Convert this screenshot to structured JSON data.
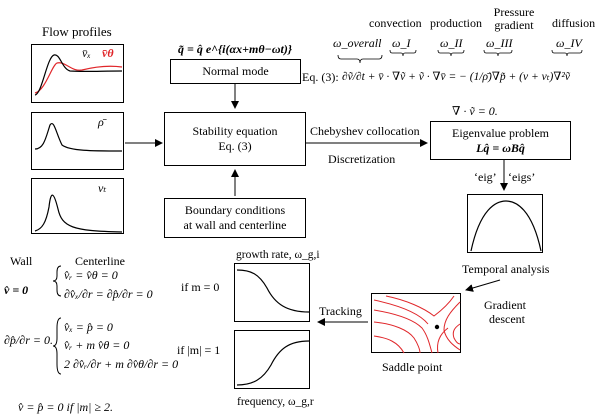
{
  "flow_profiles": {
    "title": "Flow profiles",
    "legend_vx": "v̄ₓ",
    "legend_vtheta": "v̄θ",
    "label_rho": "ρ̄",
    "label_nut": "νₜ",
    "colors": {
      "vx": "#000000",
      "vtheta": "#e0262a"
    }
  },
  "normal_mode": {
    "formula": "q̃ = q̂ e^{i(αx+mθ−ωt)}",
    "box_label": "Normal mode"
  },
  "stability": {
    "line1": "Stability equation",
    "line2": "Eq. (3)"
  },
  "boundary_box": {
    "line1": "Boundary conditions",
    "line2": "at wall and centerline"
  },
  "method": {
    "upper": "Chebyshev collocation",
    "lower": "Discretization"
  },
  "eigen": {
    "divergence": "∇ · ṽ = 0.",
    "line1": "Eigenvalue problem",
    "line2": "Lq̂ = ωBq̂",
    "eig1": "‘eig’",
    "eig2": "‘eigs’"
  },
  "equation": {
    "terms": [
      "convection",
      "production",
      "Pressure gradient",
      "diffusion"
    ],
    "omegas": [
      "ω_overall",
      "ω_I",
      "ω_II",
      "ω_III",
      "ω_IV"
    ],
    "prefix": "Eq. (3):",
    "body": "∂ṽ/∂t + v̄ · ∇ṽ + ṽ · ∇v̄ = − (1/ρ̄)∇p̃ + (ν + νₜ)∇²ṽ"
  },
  "temporal": {
    "label": "Temporal analysis"
  },
  "gradient": {
    "line1": "Gradient",
    "line2": "descent"
  },
  "saddle": {
    "label": "Saddle point",
    "contour_color": "#e0262a"
  },
  "tracking": {
    "label": "Tracking"
  },
  "growth": {
    "top_label": "growth rate, ω_g,i",
    "bottom_label": "frequency, ω_g,r"
  },
  "bc": {
    "wall_header": "Wall",
    "centerline_header": "Centerline",
    "wall_v": "v̂ = 0",
    "wall_p": "∂p̂/∂r = 0.",
    "m0_line1": "v̂ᵣ = v̂θ = 0",
    "m0_line2": "∂v̂ₓ/∂r = ∂p̂/∂r = 0",
    "m0_cond": "if m = 0",
    "m1_line1": "v̂ₓ = p̂ = 0",
    "m1_line2": "v̂ᵣ + m v̂θ = 0",
    "m1_line3": "2 ∂v̂ᵣ/∂r + m ∂v̂θ/∂r = 0",
    "m1_cond": "if |m| = 1",
    "m2": "v̂ = p̂ = 0 if |m| ≥ 2."
  }
}
